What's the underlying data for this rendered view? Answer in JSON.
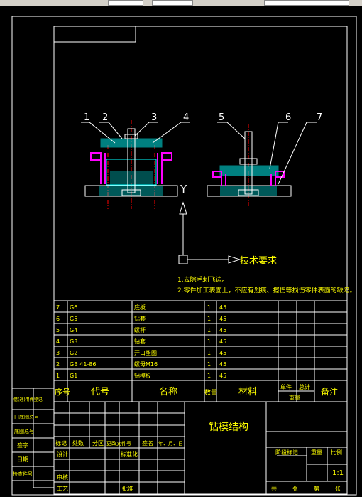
{
  "colors": {
    "frame": "#ffffff",
    "text_yellow": "#ffff00",
    "part": "#00ffff",
    "hatch": "#ff00ff",
    "centerline": "#ff0000"
  },
  "balloons": [
    "1",
    "2",
    "3",
    "4",
    "5",
    "6",
    "7"
  ],
  "axis_label": "Y",
  "tech": {
    "title": "技术要求",
    "notes": [
      "1.去除毛刺飞边。",
      "2.零件加工表面上，不应有划痕、擦伤等损伤零件表面的缺陷。"
    ]
  },
  "bom": {
    "rows": [
      {
        "seq": "7",
        "code": "G6",
        "name": "底板",
        "qty": "1",
        "mat": "45"
      },
      {
        "seq": "6",
        "code": "G5",
        "name": "钻套",
        "qty": "1",
        "mat": "45"
      },
      {
        "seq": "5",
        "code": "G4",
        "name": "螺杆",
        "qty": "1",
        "mat": "45"
      },
      {
        "seq": "4",
        "code": "G3",
        "name": "钻套",
        "qty": "1",
        "mat": "45"
      },
      {
        "seq": "3",
        "code": "G2",
        "name": "开口垫圈",
        "qty": "1",
        "mat": "45"
      },
      {
        "seq": "2",
        "code": "GB 41-86",
        "name": "螺母M16",
        "qty": "1",
        "mat": "45"
      },
      {
        "seq": "1",
        "code": "G1",
        "name": "钻模板",
        "qty": "1",
        "mat": "45"
      }
    ],
    "header": {
      "seq": "序号",
      "code": "代号",
      "name": "名称",
      "qty": "数量",
      "mat": "材料",
      "single": "单件",
      "total": "总计",
      "weight": "重量",
      "remark": "备注"
    }
  },
  "sidebar": [
    "借(通)用件登记",
    "旧底图总号",
    "底图总号",
    "签字",
    "日期",
    "检查件号"
  ],
  "title_block": {
    "drawing_name": "钻模结构",
    "rev_headers": [
      "标记",
      "处数",
      "分区",
      "更改文件号",
      "签名",
      "年、月、日"
    ],
    "design": "设计",
    "standard": "标准化",
    "audit": "审核",
    "craft": "工艺",
    "approve": "批准",
    "stage": "阶段标记",
    "weight": "重量",
    "scale": "比例",
    "scale_value": "1:1",
    "sheets": [
      "共",
      "张",
      "第",
      "张"
    ]
  }
}
